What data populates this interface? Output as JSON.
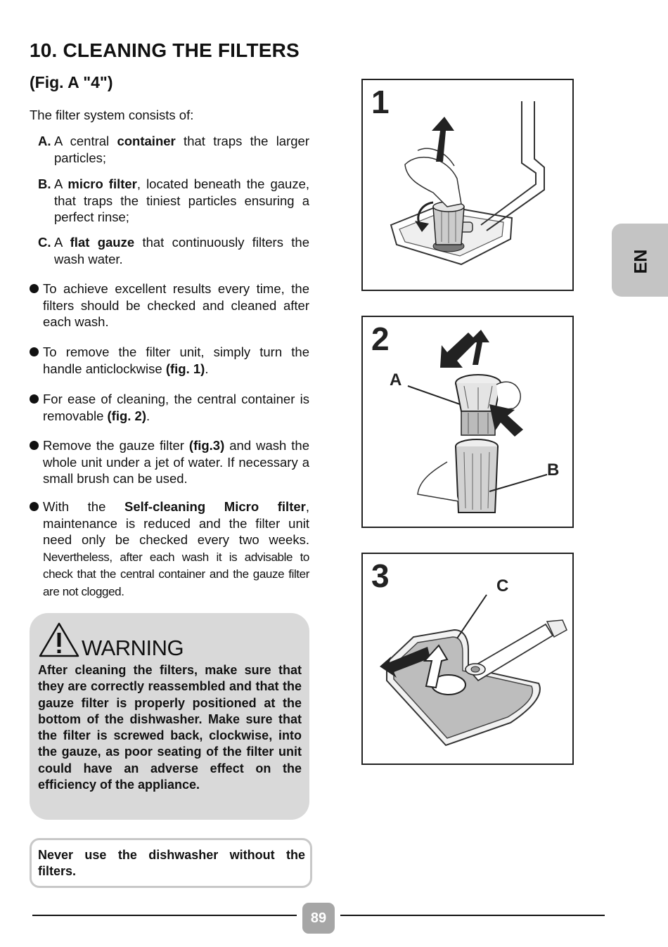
{
  "section": {
    "heading": "10. CLEANING THE FILTERS",
    "subheading": "(Fig. A \"4\")",
    "intro": "The filter system  consists of:"
  },
  "parts": [
    {
      "letter": "A.",
      "pre": "A central ",
      "bold": "container",
      "post": " that traps the larger particles;"
    },
    {
      "letter": "B.",
      "pre": "A ",
      "bold": "micro filter",
      "post": ", located beneath the gauze, that traps the tiniest particles ensuring a perfect rinse;"
    },
    {
      "letter": "C.",
      "pre": "A ",
      "bold": "flat gauze",
      "post": " that continuously filters the wash water."
    }
  ],
  "bullets": {
    "b1": {
      "text": "To achieve excellent results every time, the filters should be checked and cleaned after each wash."
    },
    "b2": {
      "pre": "To remove the filter unit, simply turn the handle anticlockwise ",
      "bold": "(fig. 1)",
      "post": "."
    },
    "b3": {
      "pre": "For ease of cleaning, the central container is removable ",
      "bold": "(fig. 2)",
      "post": "."
    },
    "b4": {
      "pre": "Remove the gauze filter ",
      "bold": "(fig.3)",
      "post": " and wash the whole unit under a jet of water. If necessary a small brush can be used."
    },
    "b5": {
      "pre": "With the ",
      "bold": "Self-cleaning Micro filter",
      "post": ", maintenance is reduced and the filter unit need only be checked every two weeks.",
      "small": "Nevertheless, after each wash it is advisable to check that the central container and the gauze filter are not clogged."
    }
  },
  "warning": {
    "title": "WARNING",
    "text": "After cleaning the filters, make sure that they are correctly reassembled and that the gauze filter is properly positioned at the bottom of the dishwasher. Make sure that the filter is screwed back, clockwise, into the gauze, as poor seating of the filter unit could have an adverse effect on the efficiency of the appliance."
  },
  "note": "Never use the dishwasher without the filters.",
  "figures": [
    {
      "number": "1"
    },
    {
      "number": "2",
      "labels": [
        "A",
        "B"
      ]
    },
    {
      "number": "3",
      "labels": [
        "C"
      ]
    }
  ],
  "language_tab": "EN",
  "page_number": "89"
}
